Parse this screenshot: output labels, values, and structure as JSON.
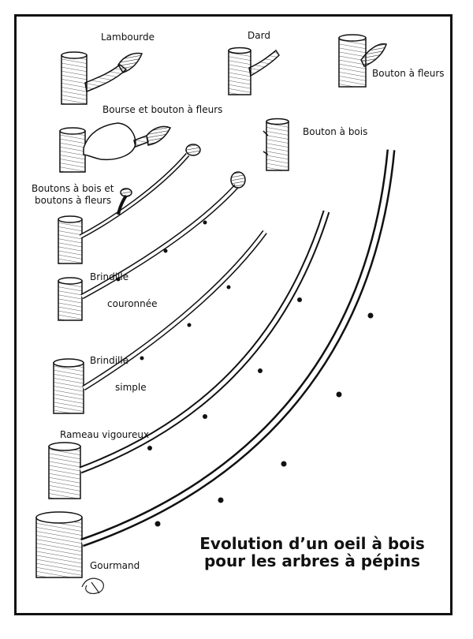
{
  "title": {
    "line1": "Evolution d’un oeil à bois",
    "line2": "pour les arbres à pépins"
  },
  "labels": {
    "lambourde": "Lambourde",
    "dard": "Dard",
    "bouton_a_fleurs": "Bouton à fleurs",
    "bourse": "Bourse et bouton à fleurs",
    "bouton_a_bois": "Bouton à bois",
    "boutons_mixtes_1": "Boutons à bois et",
    "boutons_mixtes_2": "boutons à fleurs",
    "brindille_couronnee_1": "Brindille",
    "brindille_couronnee_2": "couronnée",
    "brindille_simple_1": "Brindille",
    "brindille_simple_2": "simple",
    "rameau_vigoureux": "Rameau vigoureux",
    "gourmand": "Gourmand"
  },
  "colors": {
    "ink": "#111111",
    "paper": "#ffffff"
  }
}
